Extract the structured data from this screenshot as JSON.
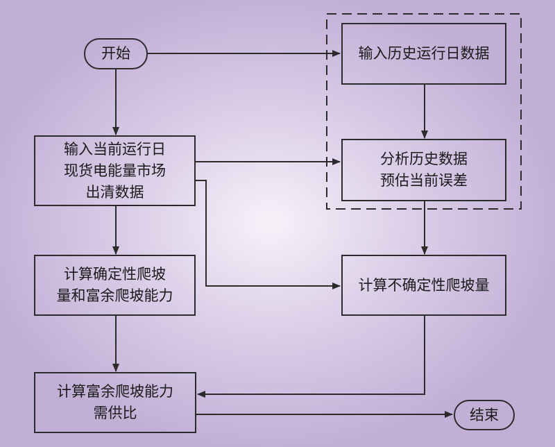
{
  "nodes": {
    "start": "开始",
    "end": "结束",
    "input_current": "输入当前运行日\n现货电能量市场\n出清数据",
    "input_history": "输入历史运行日数据",
    "analyze": "分析历史数据\n预估当前误差",
    "calc_certain": "计算确定性爬坡\n量和富余爬坡能力",
    "calc_uncertain": "计算不确定性爬坡量",
    "calc_ratio": "计算富余爬坡能力\n需供比"
  },
  "colors": {
    "background_light": "#f6f2f9",
    "background_dark": "#c2afd6",
    "stroke": "#2b2b2b"
  }
}
